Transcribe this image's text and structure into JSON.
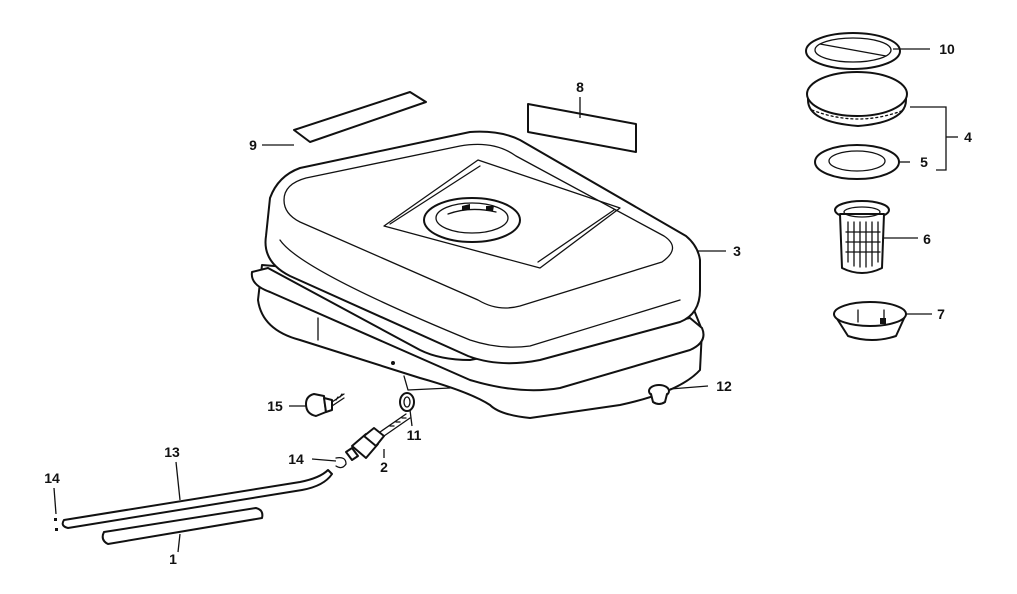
{
  "diagram": {
    "callouts": [
      {
        "id": "c1",
        "text": "1"
      },
      {
        "id": "c2",
        "text": "2"
      },
      {
        "id": "c3",
        "text": "3"
      },
      {
        "id": "c4",
        "text": "4"
      },
      {
        "id": "c5",
        "text": "5"
      },
      {
        "id": "c6",
        "text": "6"
      },
      {
        "id": "c7",
        "text": "7"
      },
      {
        "id": "c8",
        "text": "8"
      },
      {
        "id": "c9",
        "text": "9"
      },
      {
        "id": "c10",
        "text": "10"
      },
      {
        "id": "c11",
        "text": "11"
      },
      {
        "id": "c12",
        "text": "12"
      },
      {
        "id": "c13",
        "text": "13"
      },
      {
        "id": "c14a",
        "text": "14"
      },
      {
        "id": "c14b",
        "text": "14"
      },
      {
        "id": "c15",
        "text": "15"
      }
    ]
  }
}
